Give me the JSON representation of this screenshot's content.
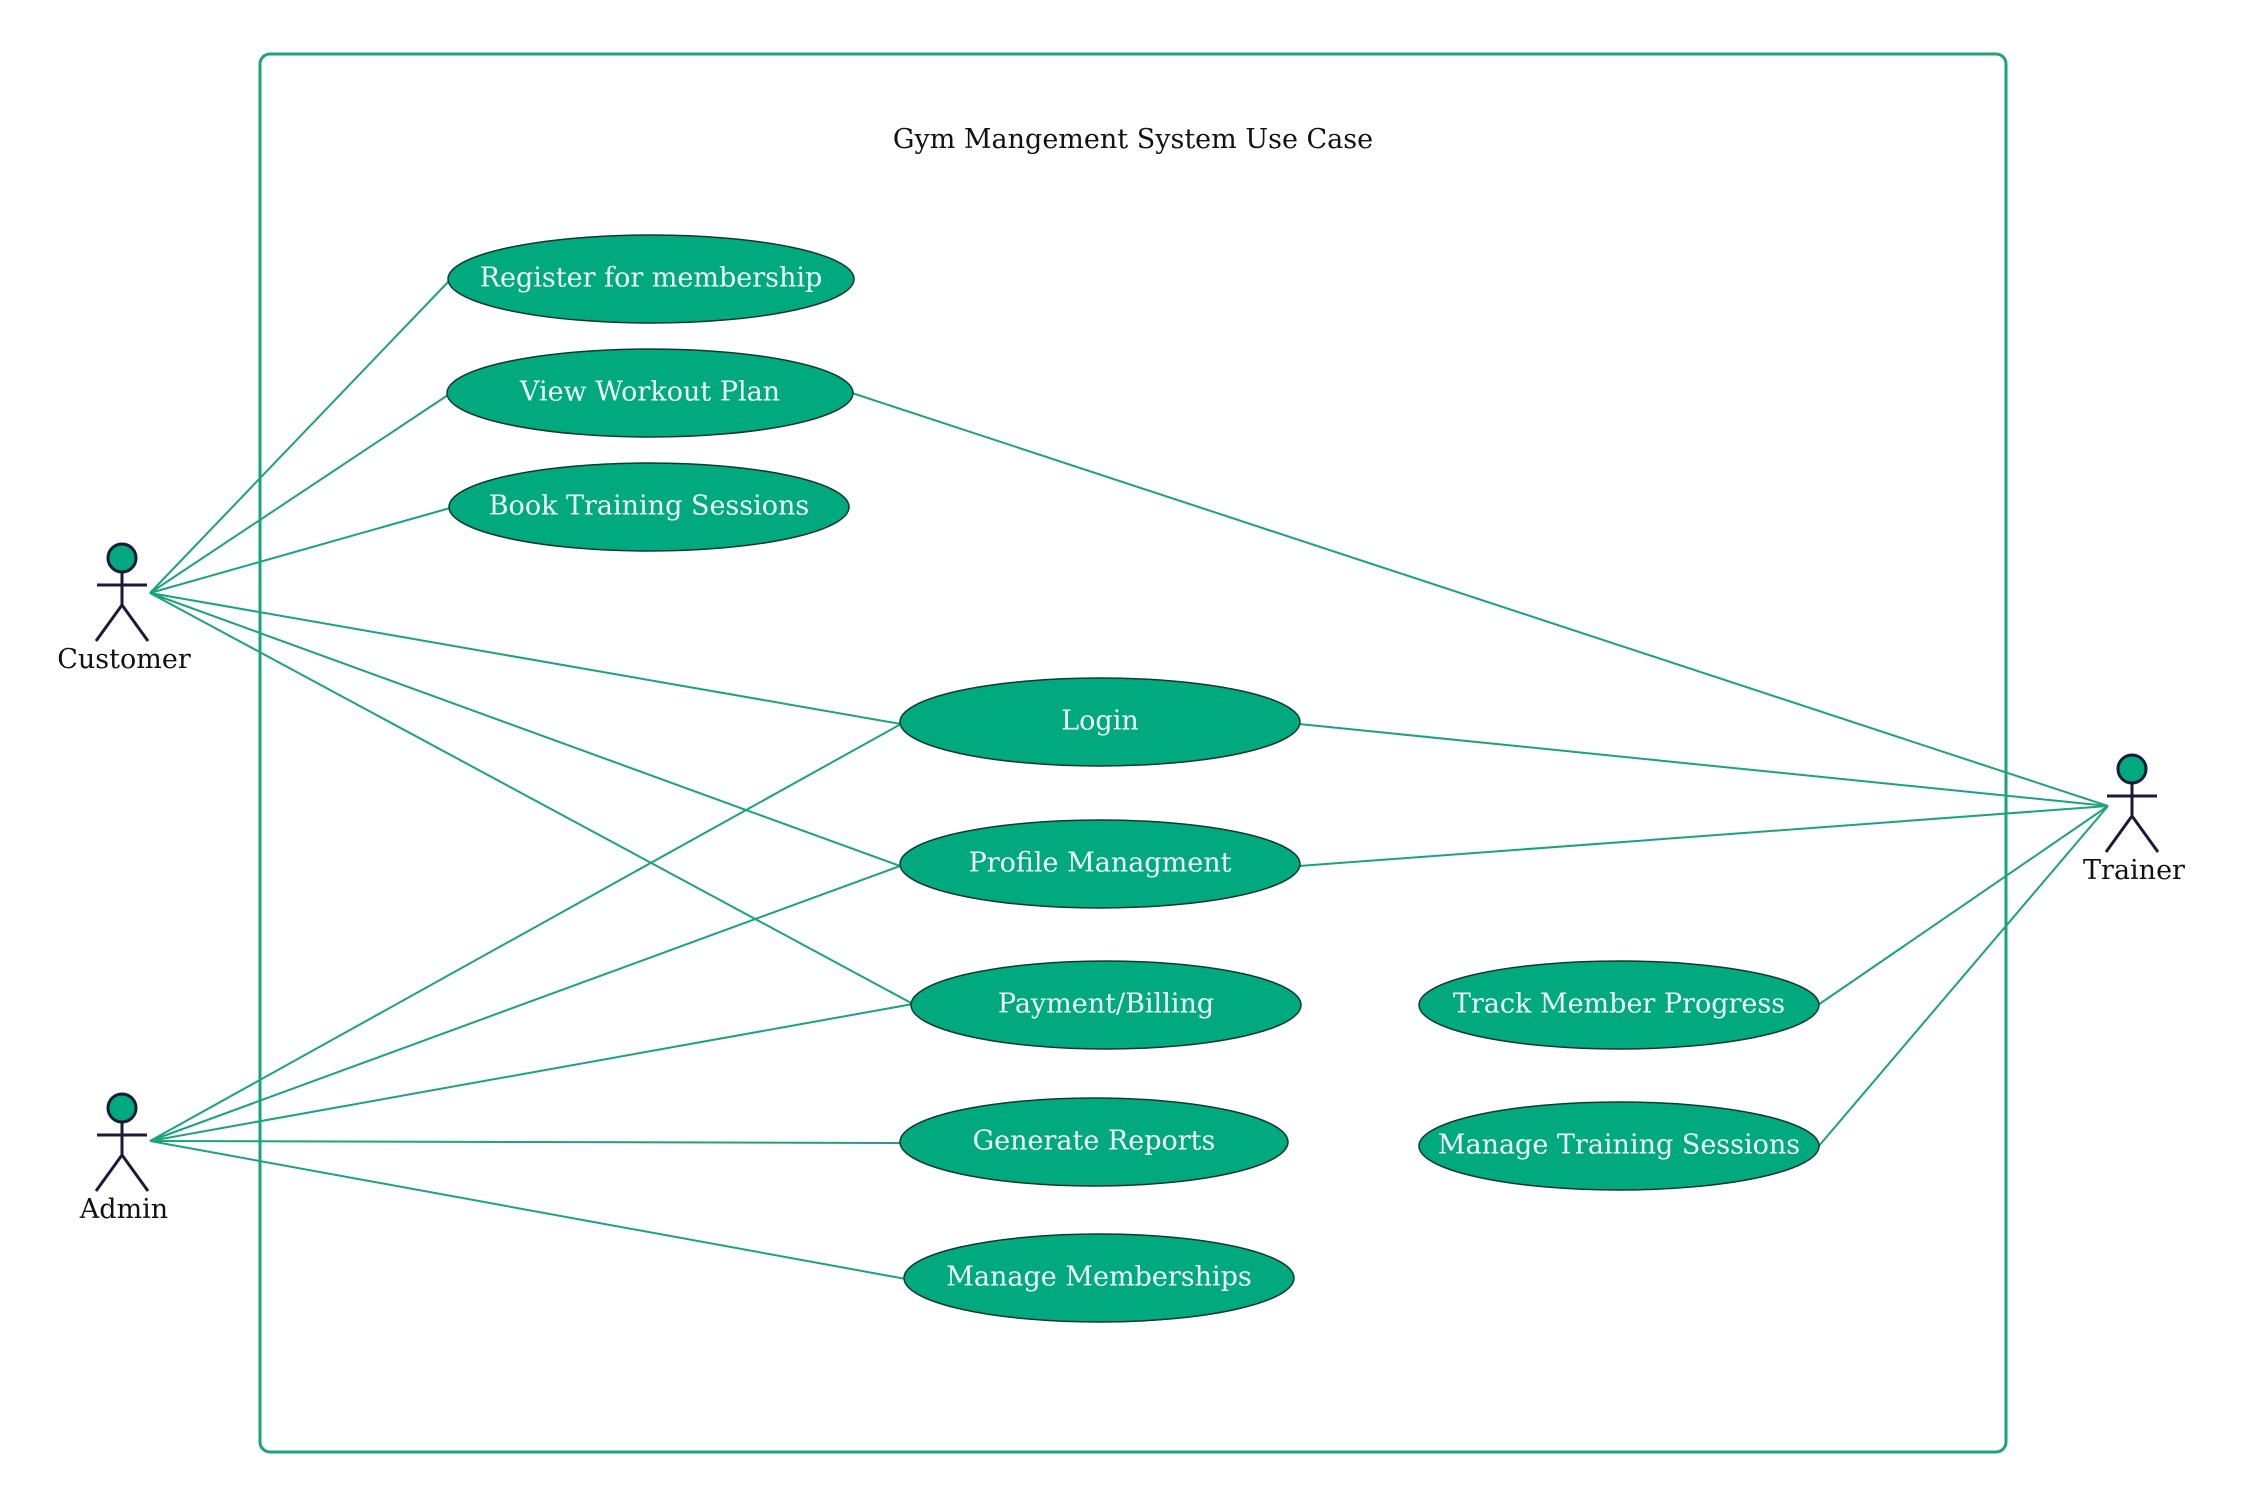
{
  "title": "Gym Mangement System Use Case",
  "colors": {
    "accent": "#01a97f",
    "line": "#1aa37c",
    "outline": "#123a2c",
    "actor": "#1a1a3a"
  },
  "actors": {
    "customer": {
      "label": "Customer"
    },
    "admin": {
      "label": "Admin"
    },
    "trainer": {
      "label": "Trainer"
    }
  },
  "use_cases": {
    "register": "Register for membership",
    "view_workout": "View Workout Plan",
    "book_sessions": "Book Training Sessions",
    "login": "Login",
    "profile": "Profile Managment",
    "payment": "Payment/Billing",
    "reports": "Generate Reports",
    "memberships": "Manage Memberships",
    "track_progress": "Track Member Progress",
    "manage_sessions": "Manage Training Sessions"
  },
  "associations": [
    [
      "customer",
      "register"
    ],
    [
      "customer",
      "view_workout"
    ],
    [
      "customer",
      "book_sessions"
    ],
    [
      "customer",
      "login"
    ],
    [
      "customer",
      "profile"
    ],
    [
      "customer",
      "payment"
    ],
    [
      "admin",
      "login"
    ],
    [
      "admin",
      "profile"
    ],
    [
      "admin",
      "payment"
    ],
    [
      "admin",
      "reports"
    ],
    [
      "admin",
      "memberships"
    ],
    [
      "trainer",
      "view_workout"
    ],
    [
      "trainer",
      "login"
    ],
    [
      "trainer",
      "profile"
    ],
    [
      "trainer",
      "track_progress"
    ],
    [
      "trainer",
      "manage_sessions"
    ]
  ]
}
